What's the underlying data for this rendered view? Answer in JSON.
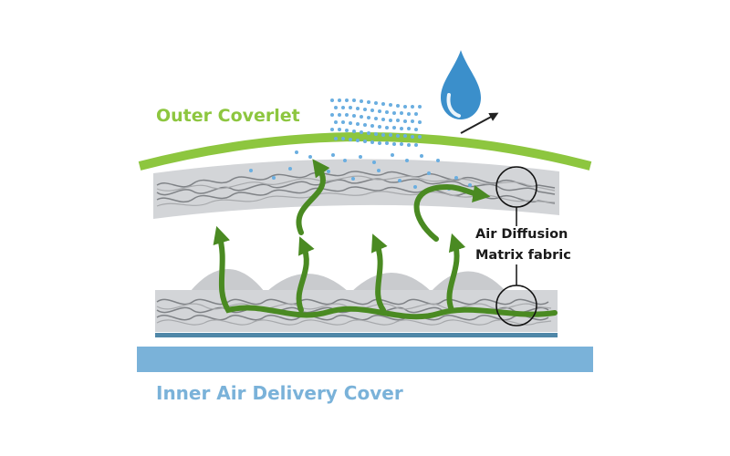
{
  "labels": {
    "outer_coverlet": "Outer Coverlet",
    "inner_cover": "Inner Air Delivery Cover",
    "fabric_line1": "Air Diffusion",
    "fabric_line2": "Matrix fabric"
  },
  "colors": {
    "outer_coverlet": "#8dc63f",
    "inner_cover": "#7ab2d9",
    "airflow": "#4a8a22",
    "fabric": "#d3d5d8",
    "dome": "#c9cbce",
    "water": "#3b8fcb",
    "droplet": "#4a90c6",
    "base_strip": "#4f87a8"
  },
  "icons": [
    "water-droplet-icon",
    "evaporation-arrow-icon",
    "airflow-arrow-icon",
    "callout-circle-icon"
  ]
}
